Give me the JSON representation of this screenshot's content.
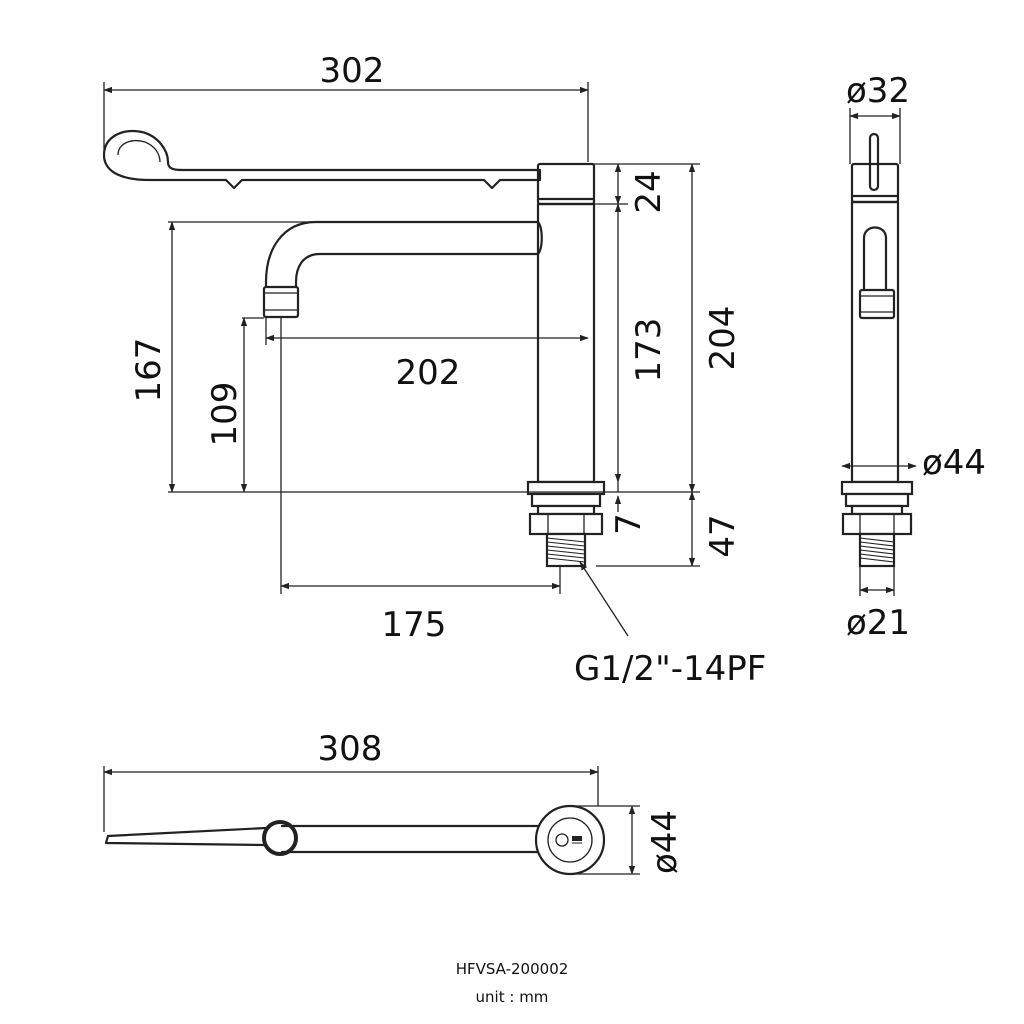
{
  "drawing": {
    "front_view": {
      "overall_width": "302",
      "handle_height": "24",
      "spout_reach": "202",
      "spout_height": "167",
      "outlet_height": "109",
      "body_height": "173",
      "total_height": "204",
      "nut_height": "7",
      "shank_length": "47",
      "outlet_to_shank": "175",
      "thread_spec": "G1/2\"-14PF"
    },
    "side_view": {
      "top_diameter": "ø32",
      "base_diameter": "ø44",
      "shank_diameter": "ø21"
    },
    "top_view": {
      "overall_length": "308",
      "base_diameter": "ø44"
    }
  },
  "footer": {
    "model": "HFVSA-200002",
    "unit": "unit : mm"
  }
}
